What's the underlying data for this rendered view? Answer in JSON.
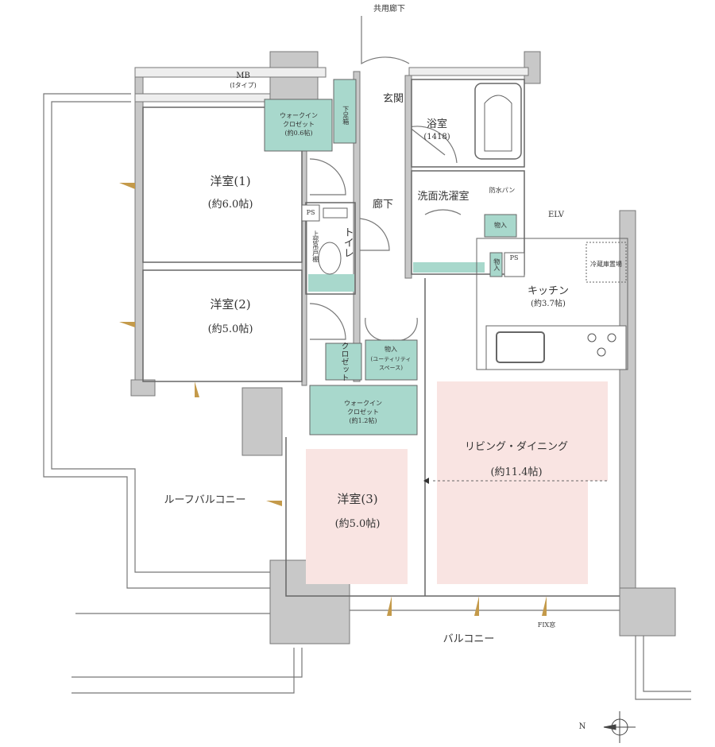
{
  "colors": {
    "wall": "#c8c8c8",
    "line": "#777777",
    "teal": "#a8d8cc",
    "pink": "#f9e4e2"
  },
  "labels": {
    "common_corridor": "共用廊下",
    "mb": "MB",
    "mb_type": "(Iタイプ)",
    "wic_small": "ウォークイン",
    "wic_small_2": "クロゼット",
    "wic_small_area": "(約0.6帖)",
    "shoe_box": "下足箱",
    "entrance": "玄関",
    "bath": "浴室",
    "bath_size": "(1418)",
    "room1": "洋室(1)",
    "room1_area": "(約6.0帖)",
    "corridor": "廊下",
    "washroom": "洗面洗濯室",
    "waterproof_pan": "防水パン",
    "storage1": "物入",
    "ps1": "PS",
    "toilet": "トイレ",
    "upper_cabinet": "上部吊戸棚",
    "elv": "ELV",
    "storage2": "物入",
    "ps2": "PS",
    "fridge": "冷蔵庫置場",
    "kitchen": "キッチン",
    "kitchen_area": "(約3.7帖)",
    "room2": "洋室(2)",
    "room2_area": "(約5.0帖)",
    "closet": "クロゼット",
    "utility": "物入",
    "utility_sub": "(ユーティリティ",
    "utility_sub2": "スペース)",
    "wic_large": "ウォークイン",
    "wic_large_2": "クロゼット",
    "wic_large_area": "(約1.2帖)",
    "living": "リビング・ダイニング",
    "living_area": "(約11.4帖)",
    "room3": "洋室(3)",
    "room3_area": "(約5.0帖)",
    "roof_balcony": "ルーフバルコニー",
    "balcony": "バルコニー",
    "fix_window": "FIX窓",
    "north": "N"
  }
}
